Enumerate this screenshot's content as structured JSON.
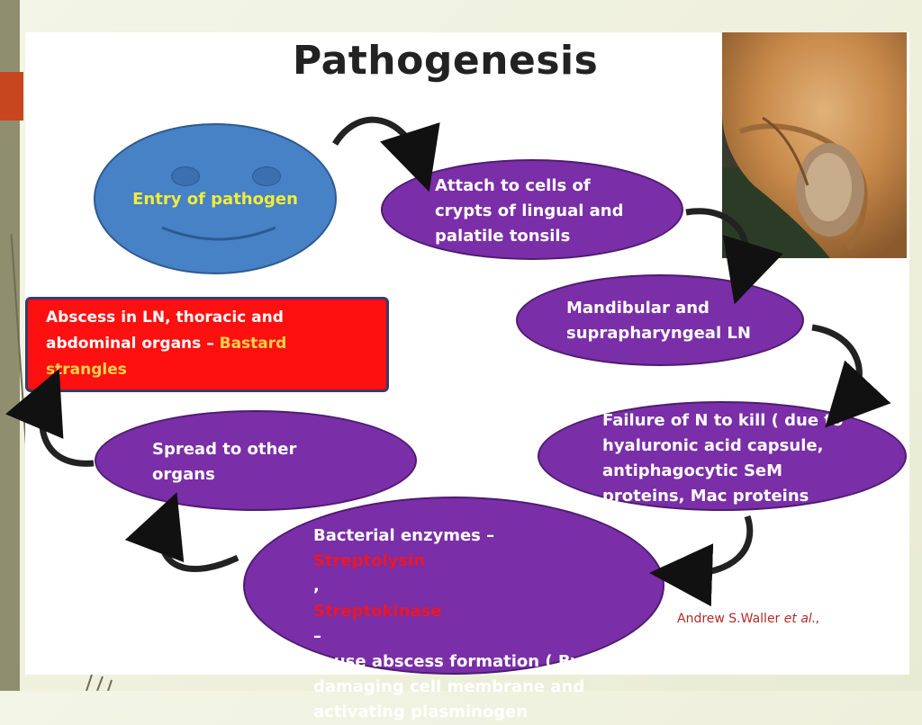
{
  "slide": {
    "title": "Pathogenesis",
    "citation_author": "Andrew S.Waller",
    "citation_suffix": "et al.,"
  },
  "nodes": {
    "entry": "Entry of pathogen",
    "attach": "Attach to cells of\ncrypts of lingual and\npalatile tonsils",
    "mandibular": "Mandibular and\nsuprapharyngeal LN",
    "failure": "Failure of N to kill ( due to\nhyaluronic acid capsule,\nantiphagocytic SeM\nproteins, Mac proteins",
    "enzymes_line1": "Bacterial enzymes –",
    "enzymes_name1": "Streptolysin",
    "enzymes_sep": ", ",
    "enzymes_name2": "Streptokinase",
    "enzymes_dash": " –",
    "enzymes_rest": "cause abscess formation ( By\ndamaging cell membrane and\nactivating plasminogen",
    "spread": "Spread to other\norgans",
    "abscess_main": "Abscess in LN, thoracic and\nabdominal organs – ",
    "abscess_highlight": "Bastard\nstrangles"
  },
  "colors": {
    "node_purple": "#7a2ea7",
    "face_blue": "#4781c6",
    "face_label_yellow": "#f2ec3a",
    "box_red": "#ff1010",
    "highlight_orange": "#ffd24a",
    "enzyme_red": "#e8182a"
  },
  "photo": {
    "subject": "horse-jaw-abscess-photo"
  }
}
